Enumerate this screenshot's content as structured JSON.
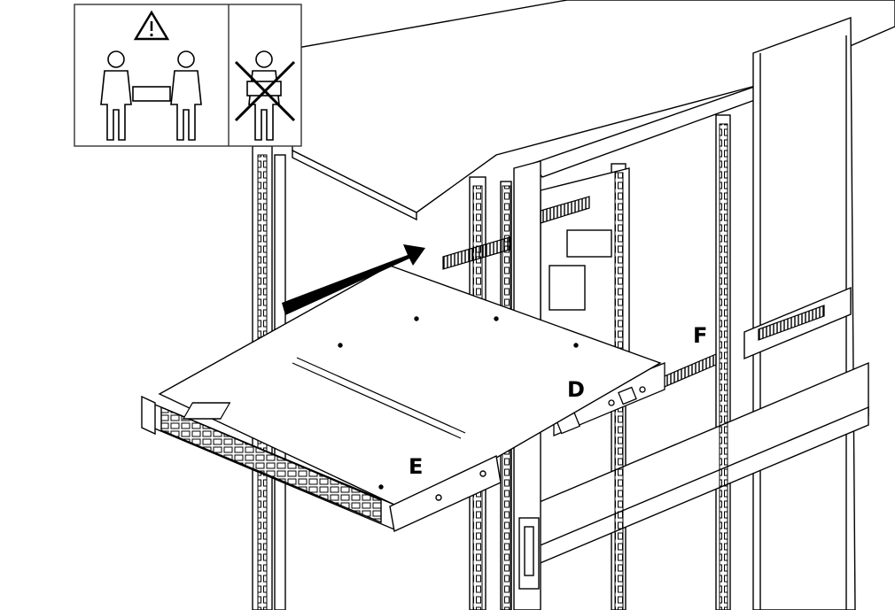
{
  "diagram": {
    "callouts": {
      "d": "D",
      "e": "E",
      "f": "F"
    },
    "warning_panel": {
      "icons": [
        "warning-triangle-icon",
        "two-person-lift-icon",
        "no-single-person-lift-icon"
      ]
    },
    "colors": {
      "line": "#000000",
      "background": "#ffffff",
      "panel_border": "#333333"
    }
  }
}
